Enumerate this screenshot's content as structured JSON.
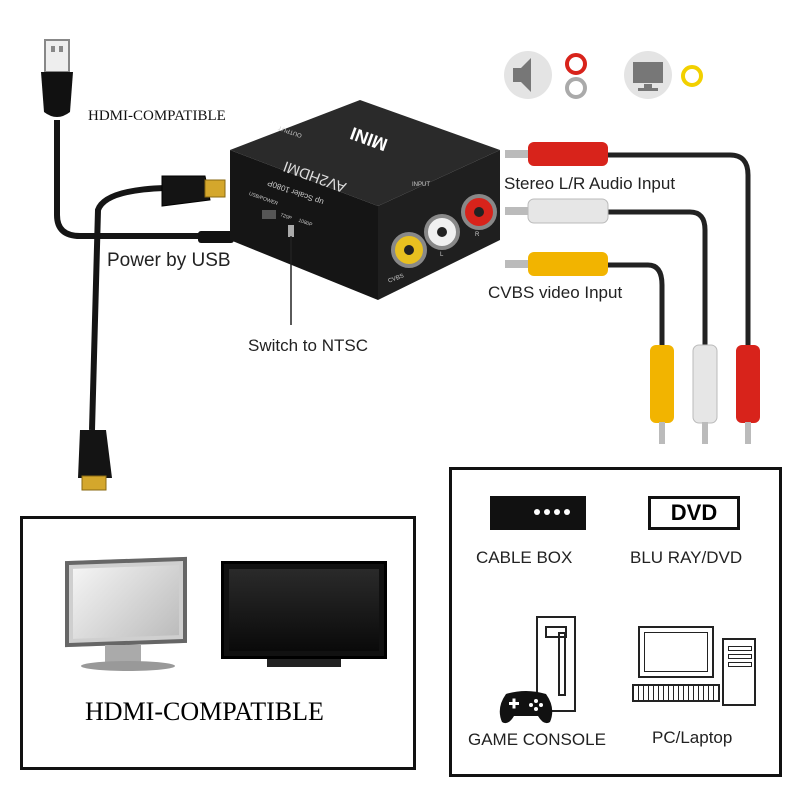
{
  "device": {
    "brand": "MINI",
    "model": "AV2HDMI",
    "subtitle": "up Scaler 1080P",
    "port_output": "OUTPUT",
    "port_input": "INPUT",
    "port_power": "USB/POWER",
    "switch_a": "720P",
    "switch_b": "1080P",
    "jack_l": "L",
    "jack_r": "R",
    "jack_cvbs": "CVBS"
  },
  "callouts": {
    "hdmi_top": "HDMI-COMPATIBLE",
    "power": "Power by USB",
    "switch": "Switch to NTSC",
    "audio": "Stereo L/R Audio Input",
    "video": "CVBS video Input"
  },
  "sources": {
    "cable_box": "CABLE BOX",
    "dvd_logo": "DVD",
    "bluray": "BLU RAY/DVD",
    "game_console": "GAME CONSOLE",
    "pc": "PC/Laptop"
  },
  "displays": {
    "label": "HDMI-COMPATIBLE"
  },
  "colors": {
    "red_plug": "#d8231b",
    "white_plug": "#e6e6e6",
    "yellow_plug": "#f2b400",
    "device_body": "#1a1a1a",
    "gold": "#d4a72c"
  },
  "icons": [
    "usb-plug-icon",
    "hdmi-plug-icon",
    "speaker-icon",
    "monitor-icon",
    "rca-ring-icon",
    "gamepad-icon",
    "tower-pc-icon",
    "keyboard-icon"
  ]
}
